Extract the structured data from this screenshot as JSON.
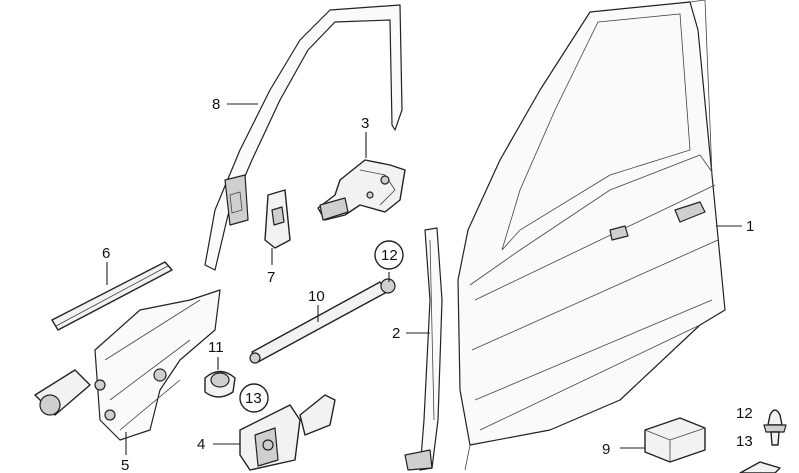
{
  "callouts": {
    "c1": "1",
    "c2": "2",
    "c3": "3",
    "c4": "4",
    "c5": "5",
    "c6": "6",
    "c7": "7",
    "c8": "8",
    "c9": "9",
    "c10": "10",
    "c11": "11",
    "c12_circled": "12",
    "c13_circled": "13",
    "c12_legend": "12",
    "c13_legend": "13"
  }
}
